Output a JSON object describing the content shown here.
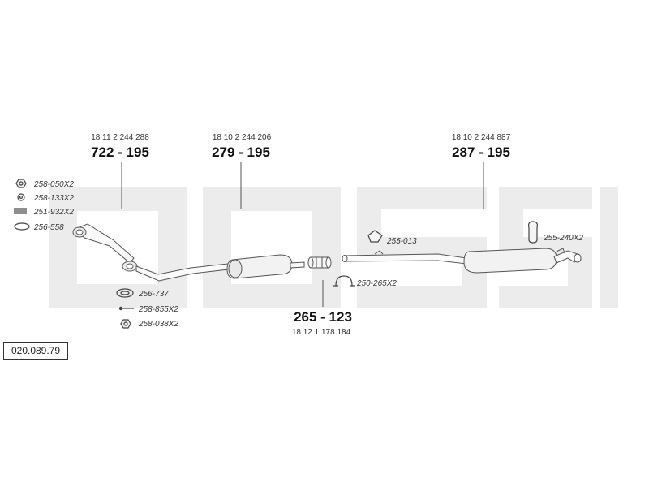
{
  "diagram": {
    "reference": "020.089.79",
    "watermark_color": "#ececec",
    "parts": [
      {
        "id": "front-pipe",
        "part_no": "722 - 195",
        "oe_no": "18 11 2 244 288"
      },
      {
        "id": "center-silencer",
        "part_no": "279 - 195",
        "oe_no": "18 10 2 244 206"
      },
      {
        "id": "connector",
        "part_no": "265 - 123",
        "oe_no": "18 12 1 178 184"
      },
      {
        "id": "rear-silencer",
        "part_no": "287 - 195",
        "oe_no": "18 10 2 244 887"
      }
    ],
    "accessories_left": [
      {
        "code": "258-050X2",
        "icon": "hex-nut-icon"
      },
      {
        "code": "258-133X2",
        "icon": "washer-icon"
      },
      {
        "code": "251-932X2",
        "icon": "spring-icon"
      },
      {
        "code": "256-558",
        "icon": "gasket-ring-icon"
      }
    ],
    "accessories_mid": [
      {
        "code": "256-737",
        "icon": "gasket-ring-icon"
      },
      {
        "code": "258-855X2",
        "icon": "bolt-icon"
      },
      {
        "code": "258-038X2",
        "icon": "nut-icon"
      }
    ],
    "clamp": {
      "code": "250-265X2",
      "icon": "clamp-icon"
    },
    "hanger_mid": {
      "code": "255-013",
      "icon": "rubber-hanger-icon"
    },
    "hanger_rear": {
      "code": "255-240X2",
      "icon": "rubber-mount-icon"
    }
  }
}
